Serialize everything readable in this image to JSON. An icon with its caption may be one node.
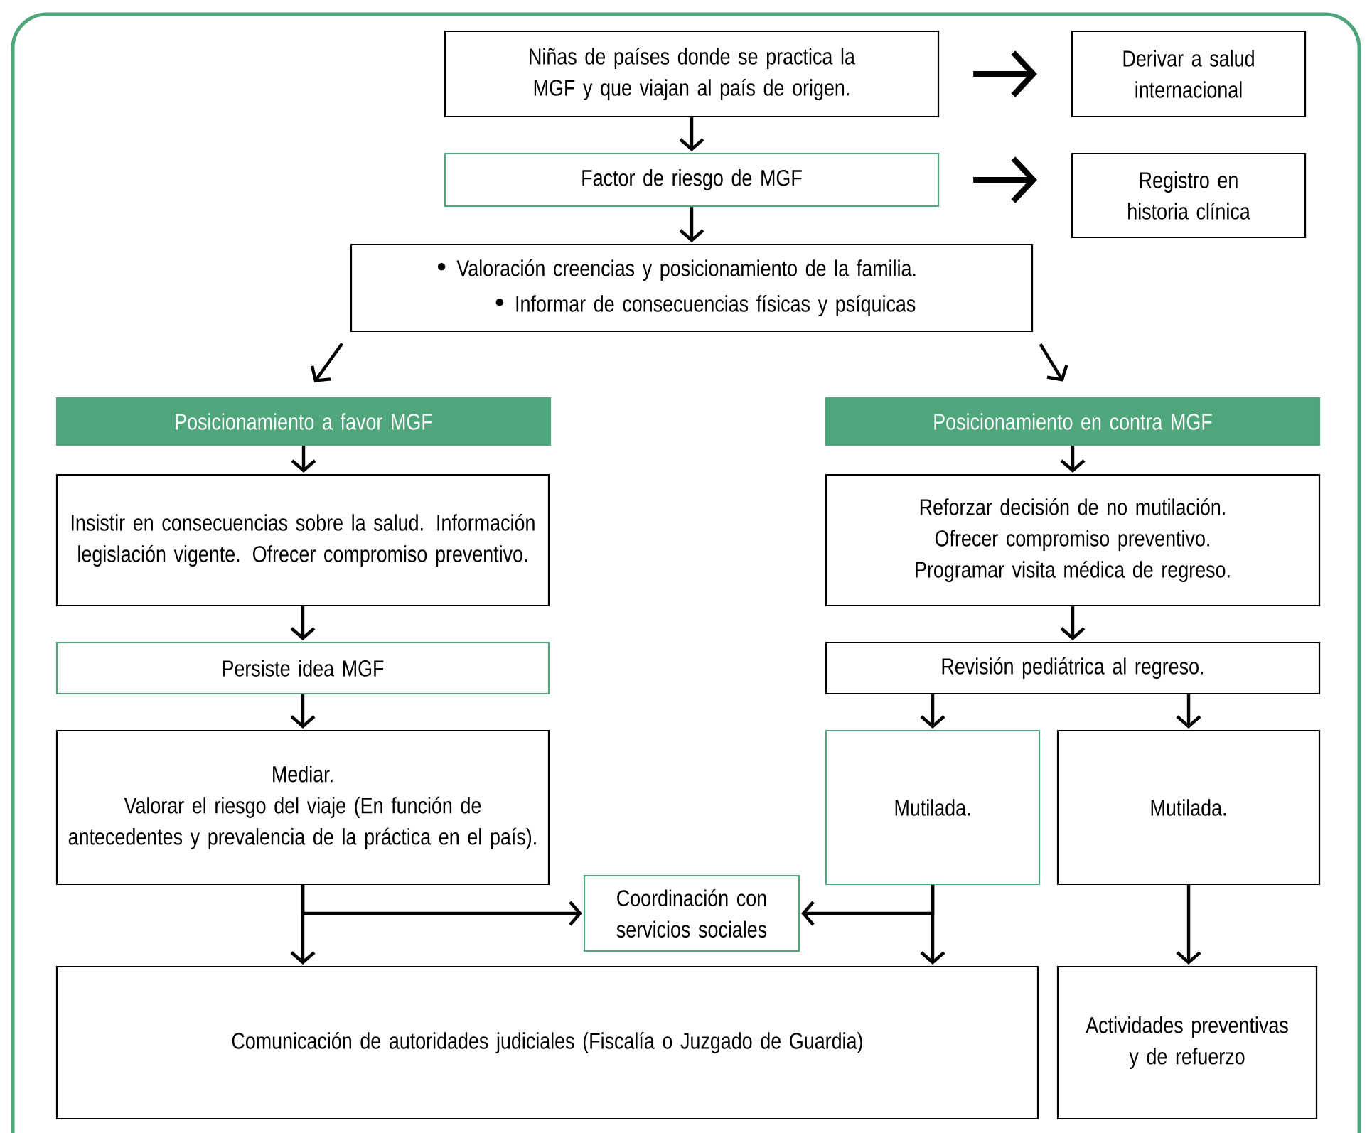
{
  "diagram": {
    "nodes": [
      {
        "text": [
          "Niñas de países donde se practica la MGF y que viajan al país de origen."
        ]
      },
      {
        "text": [
          "Derivar a salud internacional"
        ]
      },
      {
        "text": [
          "Factor de riesgo de MGF"
        ]
      },
      {
        "text": [
          "Registro en historia clínica"
        ]
      },
      {
        "text": [
          "Valoración creencias y posicionamiento de la familia.",
          "Informar de consecuencias físicas y psíquicas"
        ]
      },
      {
        "text": [
          "Posicionamiento a favor MGF"
        ]
      },
      {
        "text": [
          "Posicionamiento en contra MGF"
        ]
      },
      {
        "text": [
          "Insistir en consecuencias sobre la salud. Información legislación vigente. Ofrecer compromiso preventivo."
        ]
      },
      {
        "text": [
          "Reforzar decisión de no mutilación. Ofrecer compromiso preventivo. Programar visita médica de regreso."
        ]
      },
      {
        "text": [
          "Persiste idea MGF"
        ]
      },
      {
        "text": [
          "Revisión pediátrica al regreso."
        ]
      },
      {
        "text": [
          "Mediar.",
          "Valorar el riesgo del viaje (En función de antecedentes y prevalencia de la práctica en el país)."
        ]
      },
      {
        "text": [
          "Mutilada."
        ]
      },
      {
        "text": [
          "Mutilada."
        ]
      },
      {
        "text": [
          "Coordinación con servicios sociales"
        ]
      },
      {
        "text": [
          "Comunicación de autoridades judiciales (Fiscalía o Juzgado de Guardia)"
        ]
      },
      {
        "text": [
          "Actividades preventivas y de refuerzo"
        ]
      }
    ],
    "edges": [
      {
        "from": 0,
        "to": 1,
        "arrow": "to",
        "style": "thick"
      },
      {
        "from": 0,
        "to": 2,
        "arrow": "to"
      },
      {
        "from": 2,
        "to": 3,
        "arrow": "to",
        "style": "thick"
      },
      {
        "from": 2,
        "to": 4,
        "arrow": "to"
      },
      {
        "from": 4,
        "to": 5,
        "arrow": "to"
      },
      {
        "from": 4,
        "to": 6,
        "arrow": "to"
      },
      {
        "from": 5,
        "to": 7,
        "arrow": "to"
      },
      {
        "from": 6,
        "to": 8,
        "arrow": "to"
      },
      {
        "from": 7,
        "to": 9,
        "arrow": "to"
      },
      {
        "from": 8,
        "to": 10,
        "arrow": "to"
      },
      {
        "from": 9,
        "to": 11,
        "arrow": "to"
      },
      {
        "from": 10,
        "to": 12,
        "arrow": "to"
      },
      {
        "from": 10,
        "to": 13,
        "arrow": "to"
      },
      {
        "from": 11,
        "to": 14,
        "arrow": "to"
      },
      {
        "from": 11,
        "to": 15,
        "arrow": "to"
      },
      {
        "from": 12,
        "to": 14,
        "arrow": "to"
      },
      {
        "from": 12,
        "to": 15,
        "arrow": "to"
      },
      {
        "from": 13,
        "to": 16,
        "arrow": "to"
      }
    ]
  }
}
